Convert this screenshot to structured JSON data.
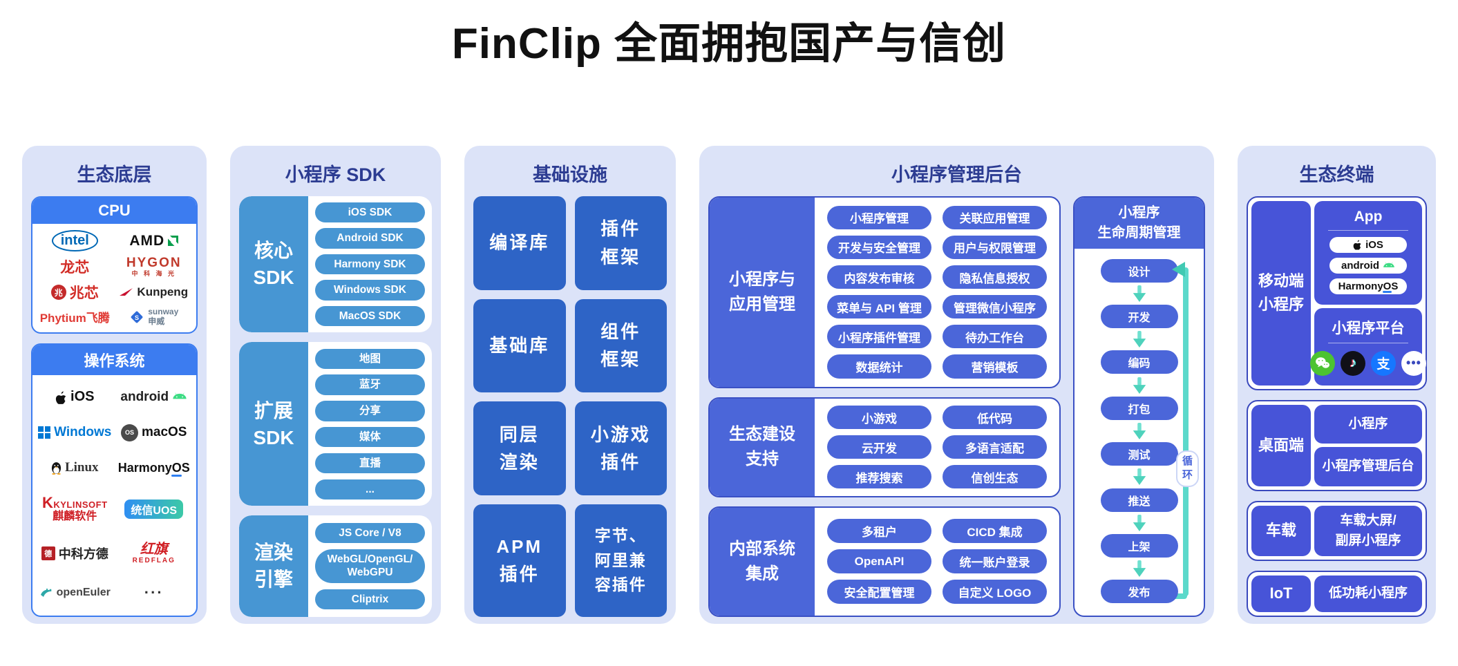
{
  "title": "FinClip 全面拥抱国产与信创",
  "colors": {
    "panel_bg": "#dce3f8",
    "column_title": "#2c3c92",
    "bright_blue": "#3c7cf0",
    "steel_blue": "#4796d3",
    "medium_blue": "#2e64c6",
    "royal_blue": "#4b66d9",
    "indigo_blue": "#4754d8",
    "teal_arrow": "#55d6c2"
  },
  "columns": {
    "base": {
      "title": "生态底层",
      "cpu": {
        "header": "CPU",
        "vendors": [
          {
            "label": "intel"
          },
          {
            "label": "AMD"
          },
          {
            "label": "龙芯"
          },
          {
            "label": "HYGON",
            "sub": "中 科 海 光"
          },
          {
            "label": "兆芯",
            "icon_glyph": "兆"
          },
          {
            "label": "Kunpeng"
          },
          {
            "label": "Phytium飞腾"
          },
          {
            "label": "sunway",
            "sub": "申威",
            "icon_glyph": "S"
          }
        ]
      },
      "os": {
        "header": "操作系统",
        "vendors": [
          {
            "label": "iOS"
          },
          {
            "label": "android"
          },
          {
            "label": "Windows"
          },
          {
            "label": "macOS",
            "icon_glyph": "OS"
          },
          {
            "label": "Linux"
          },
          {
            "label": "HarmonyOS"
          },
          {
            "label": "KYLINSOFT",
            "sub": "麒麟软件"
          },
          {
            "label": "统信UOS"
          },
          {
            "label": "中科方德",
            "icon_glyph": "德"
          },
          {
            "label": "红旗",
            "sub": "REDFLAG"
          },
          {
            "label": "openEuler"
          },
          {
            "label": "···"
          }
        ]
      }
    },
    "sdk": {
      "title": "小程序 SDK",
      "groups": [
        {
          "label": "核心\nSDK",
          "items": [
            "iOS SDK",
            "Android SDK",
            "Harmony SDK",
            "Windows SDK",
            "MacOS SDK"
          ]
        },
        {
          "label": "扩展\nSDK",
          "items": [
            "地图",
            "蓝牙",
            "分享",
            "媒体",
            "直播",
            "..."
          ]
        },
        {
          "label": "渲染\n引擎",
          "items": [
            "JS Core / V8",
            "WebGL/OpenGL/\nWebGPU",
            "Cliptrix"
          ]
        }
      ]
    },
    "infra": {
      "title": "基础设施",
      "tiles": [
        "编译库",
        "插件\n框架",
        "基础库",
        "组件\n框架",
        "同层\n渲染",
        "小游戏\n插件",
        "APM\n插件",
        "字节、\n阿里兼\n容插件"
      ]
    },
    "admin": {
      "title": "小程序管理后台",
      "groups": [
        {
          "label": "小程序与\n应用管理",
          "pills": [
            "小程序管理",
            "关联应用管理",
            "开发与安全管理",
            "用户与权限管理",
            "内容发布审核",
            "隐私信息授权",
            "菜单与 API 管理",
            "管理微信小程序",
            "小程序插件管理",
            "待办工作台",
            "数据统计",
            "营销模板"
          ]
        },
        {
          "label": "生态建设\n支持",
          "pills": [
            "小游戏",
            "低代码",
            "云开发",
            "多语言适配",
            "推荐搜索",
            "信创生态"
          ]
        },
        {
          "label": "内部系统\n集成",
          "pills": [
            "多租户",
            "CICD 集成",
            "OpenAPI",
            "统一账户登录",
            "安全配置管理",
            "自定义 LOGO"
          ]
        }
      ],
      "lifecycle": {
        "title": "小程序\n生命周期管理",
        "steps": [
          "设计",
          "开发",
          "编码",
          "打包",
          "测试",
          "推送",
          "上架",
          "发布"
        ],
        "loop_label": "循\n环"
      }
    },
    "terminals": {
      "title": "生态终端",
      "groups": [
        {
          "label": "移动端\n小程序",
          "app_card": {
            "title": "App",
            "platforms": [
              {
                "label": "iOS"
              },
              {
                "label": "android"
              },
              {
                "label": "HarmonyOS"
              }
            ]
          },
          "platform_card": {
            "title": "小程序平台",
            "icons": [
              "wechat",
              "douyin",
              "alipay",
              "more"
            ],
            "alipay_glyph": "支",
            "douyin_glyph": "♪",
            "more_glyph": "•••"
          }
        },
        {
          "label": "桌面端",
          "tiles": [
            "小程序",
            "小程序管理后台"
          ]
        },
        {
          "label": "车载",
          "tiles": [
            "车载大屏/\n副屏小程序"
          ]
        },
        {
          "label": "IoT",
          "tiles": [
            "低功耗小程序"
          ]
        }
      ]
    }
  }
}
